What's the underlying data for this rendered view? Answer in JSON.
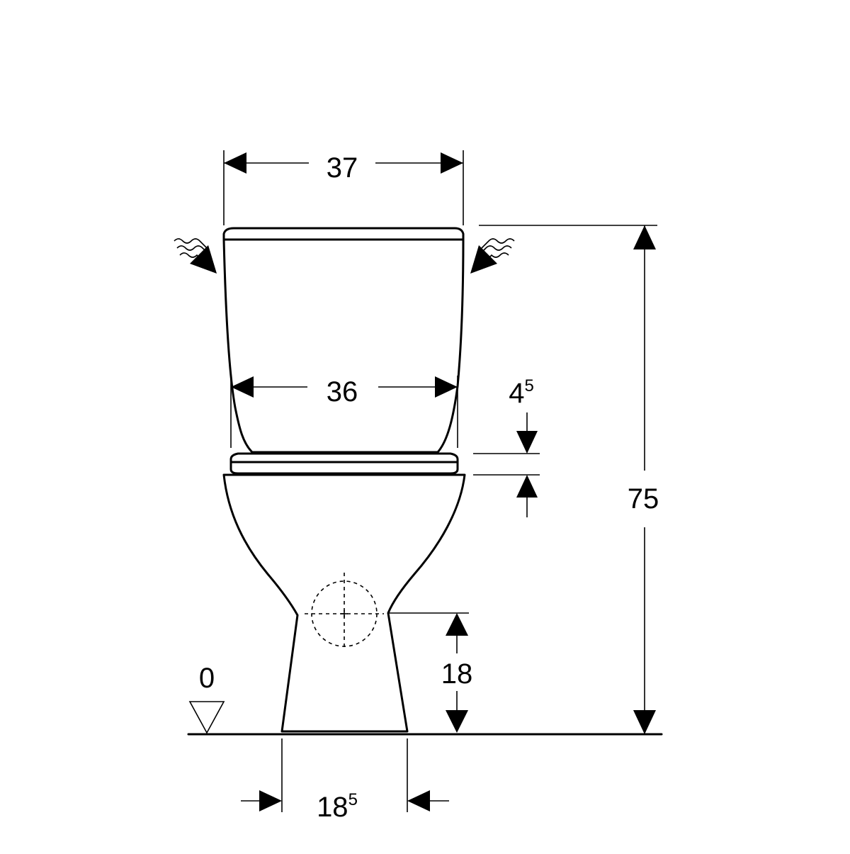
{
  "dimensions": {
    "tank_width": "37",
    "tank_base_width": "36",
    "gap_main": "4",
    "gap_sup": "5",
    "total_height": "75",
    "outlet_height": "18",
    "base_width_main": "18",
    "base_width_sup": "5",
    "floor_level": "0"
  },
  "icons": {
    "water_inlet_left": "water-inlet-arrow-icon",
    "water_inlet_right": "water-inlet-arrow-icon",
    "floor_marker": "floor-level-triangle-icon"
  },
  "colors": {
    "line": "#000000",
    "background": "#ffffff"
  }
}
